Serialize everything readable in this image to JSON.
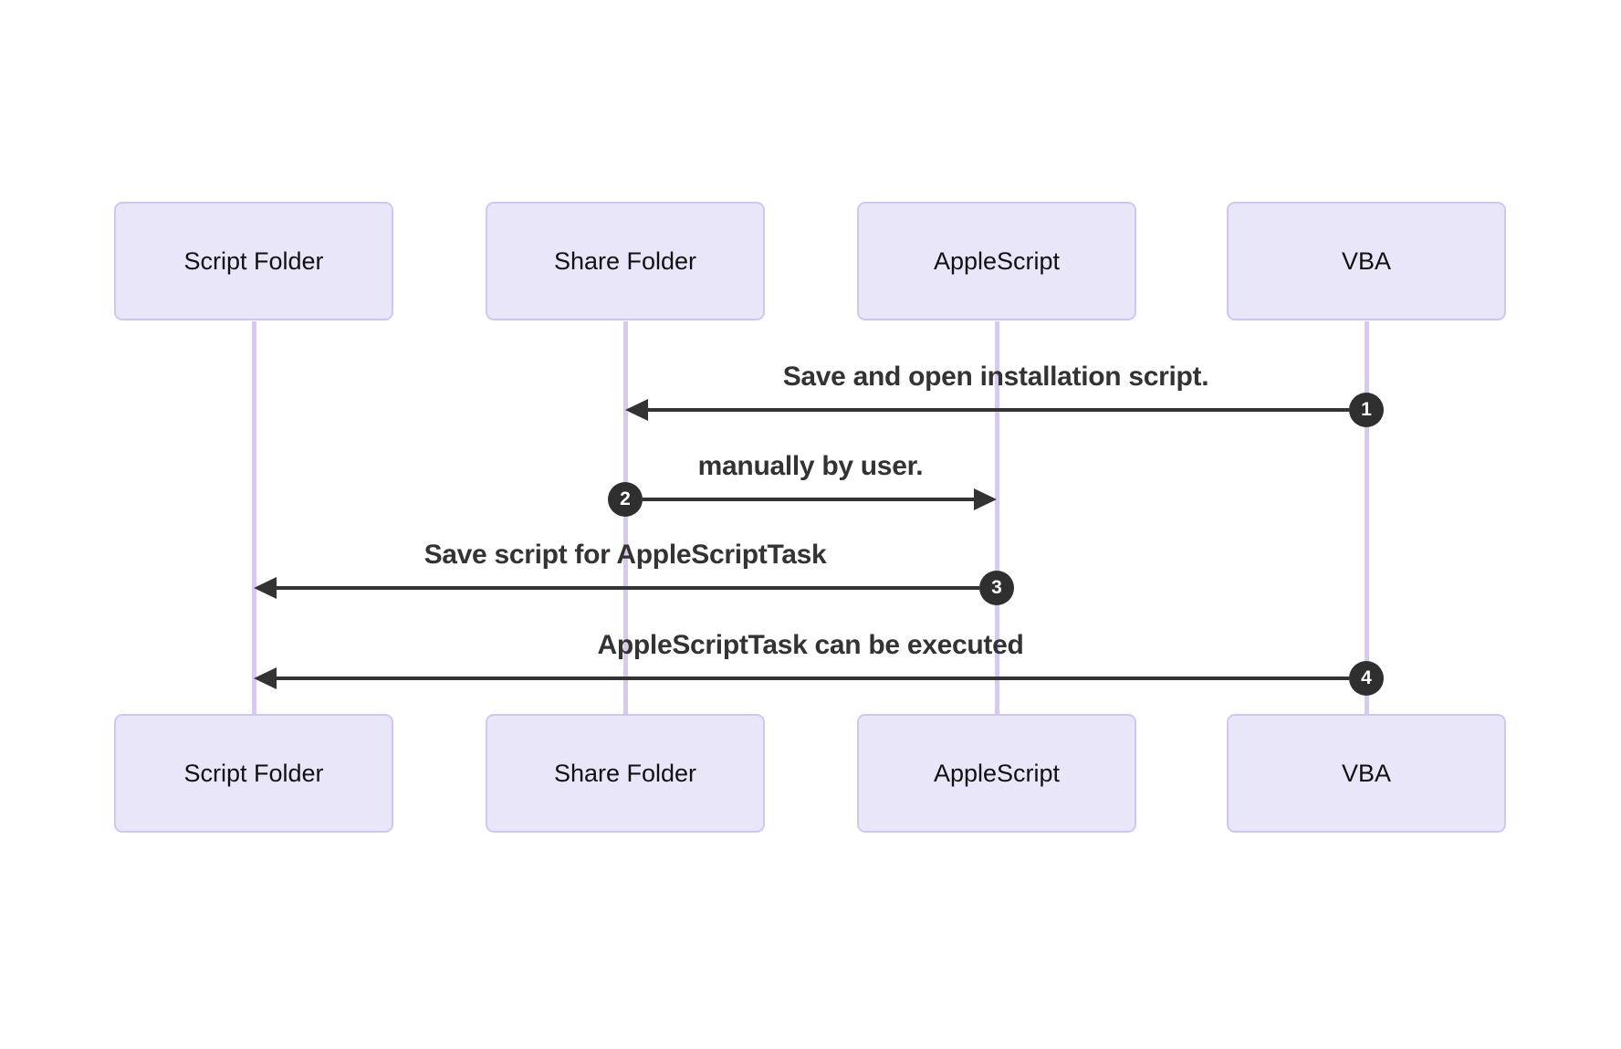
{
  "diagram": {
    "type": "sequence-diagram",
    "background_color": "#ffffff",
    "colors": {
      "actor_fill": "#EAE6FA",
      "actor_border": "#D3C6EE",
      "lifeline": "#D6CBEF",
      "arrow": "#333333",
      "message_text": "#333333",
      "number_badge_bg": "#2F2F2F",
      "number_badge_text": "#ffffff"
    },
    "participants": [
      {
        "label": "Script Folder"
      },
      {
        "label": "Share Folder"
      },
      {
        "label": "AppleScript"
      },
      {
        "label": "VBA"
      }
    ],
    "messages": [
      {
        "number": "1",
        "text": "Save and open installation script.",
        "from": "VBA",
        "to": "Share Folder",
        "direction": "left"
      },
      {
        "number": "2",
        "text": "manually by user.",
        "from": "Share Folder",
        "to": "AppleScript",
        "direction": "right"
      },
      {
        "number": "3",
        "text": "Save script for AppleScriptTask",
        "from": "AppleScript",
        "to": "Script Folder",
        "direction": "left"
      },
      {
        "number": "4",
        "text": "AppleScriptTask can be executed",
        "from": "VBA",
        "to": "Script Folder",
        "direction": "left"
      }
    ]
  }
}
